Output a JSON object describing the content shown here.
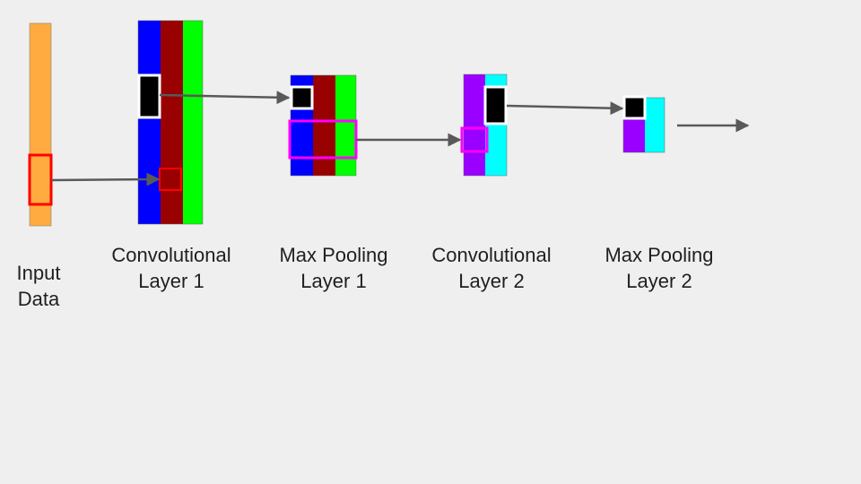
{
  "colors": {
    "background": "#efefef",
    "input": "#ffab40",
    "blue": "#0000ff",
    "dark_red": "#990000",
    "green": "#00ff00",
    "purple": "#9900ff",
    "cyan": "#00ffff",
    "highlight_red": "#ff0000",
    "highlight_magenta": "#ff00ff",
    "highlight_black": "#000000",
    "arrow": "#595959"
  },
  "labels": {
    "input": {
      "line1": "Input",
      "line2": "Data"
    },
    "conv1": {
      "line1": "Convolutional",
      "line2": "Layer 1"
    },
    "pool1": {
      "line1": "Max Pooling",
      "line2": "Layer 1"
    },
    "conv2": {
      "line1": "Convolutional",
      "line2": "Layer 2"
    },
    "pool2": {
      "line1": "Max Pooling",
      "line2": "Layer 2"
    }
  }
}
